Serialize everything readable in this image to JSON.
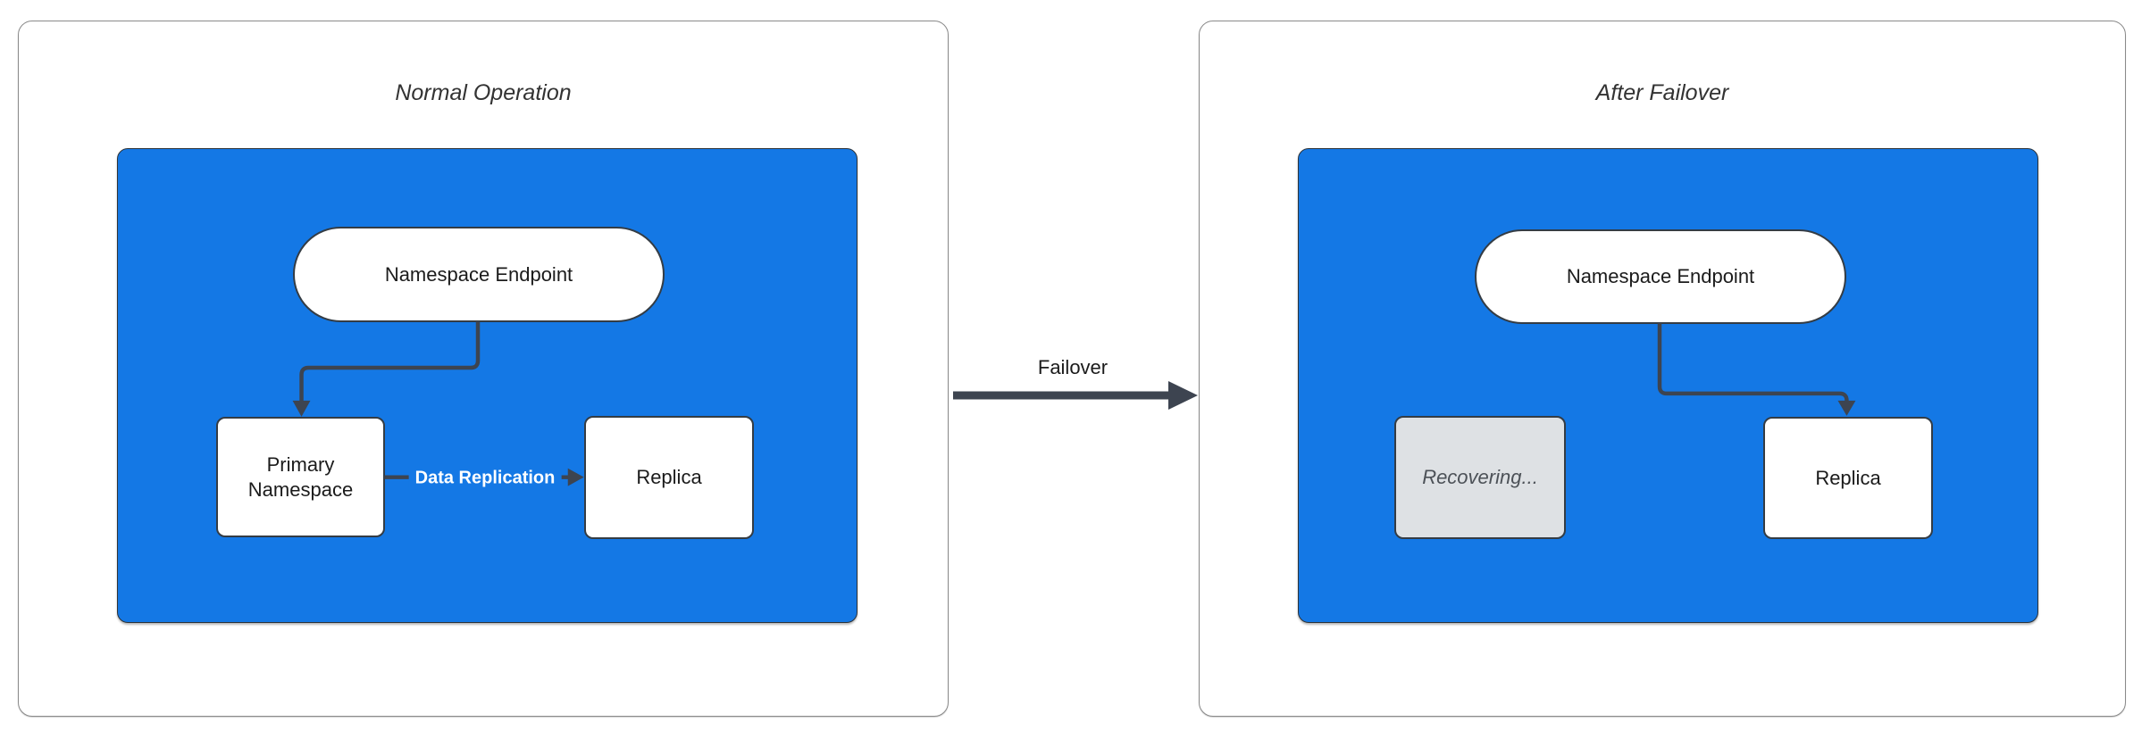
{
  "diagram": {
    "panels": [
      {
        "title": "Normal Operation",
        "nodes": {
          "endpoint": "Namespace Endpoint",
          "primary": "Primary Namespace",
          "replica": "Replica"
        },
        "edge_label": "Data Replication"
      },
      {
        "title": "After Failover",
        "nodes": {
          "endpoint": "Namespace Endpoint",
          "recovering": "Recovering...",
          "replica": "Replica"
        }
      }
    ],
    "transition_label": "Failover",
    "colors": {
      "container_fill": "#1478e5",
      "node_fill": "#ffffff",
      "recovering_fill": "#dee1e4",
      "edge": "#3d4450",
      "edge_label_text": "#ffffff",
      "panel_border": "#8a8a8a",
      "node_border": "#343c44",
      "title_text": "#333333"
    }
  }
}
